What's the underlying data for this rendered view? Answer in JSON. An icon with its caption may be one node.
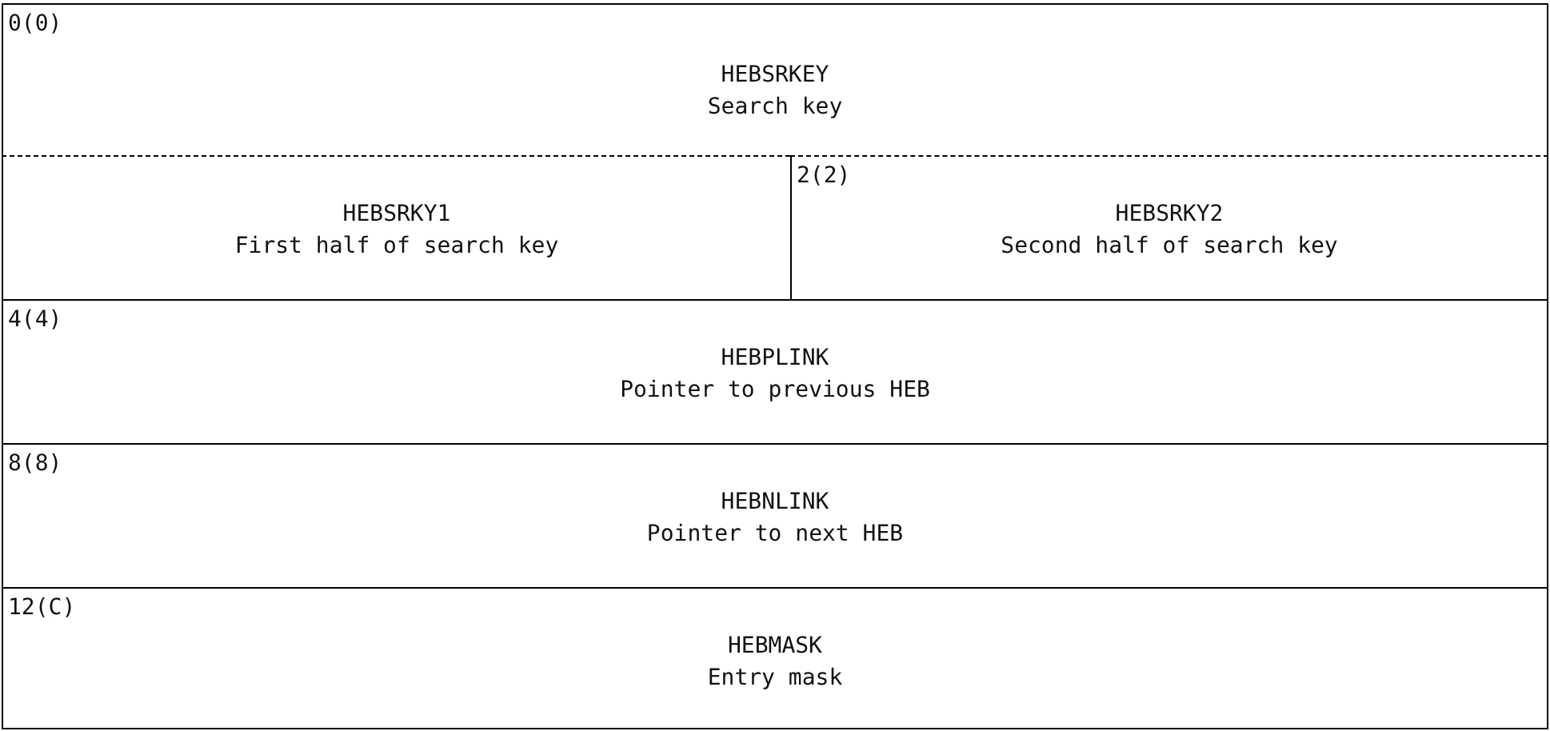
{
  "diagram": {
    "nodes": [
      {
        "text": [
          "0(0)",
          "HEBSRKEY",
          "Search key"
        ]
      },
      {
        "text": [
          "HEBSRKY1",
          "First half of search key"
        ]
      },
      {
        "text": [
          "2(2)",
          "HEBSRKY2",
          "Second half of search key"
        ]
      },
      {
        "text": [
          "4(4)",
          "HEBPLINK",
          "Pointer to previous HEB"
        ]
      },
      {
        "text": [
          "8(8)",
          "HEBNLINK",
          "Pointer to next HEB"
        ]
      },
      {
        "text": [
          "12(C)",
          "HEBMASK",
          "Entry mask"
        ]
      }
    ],
    "edges": []
  }
}
